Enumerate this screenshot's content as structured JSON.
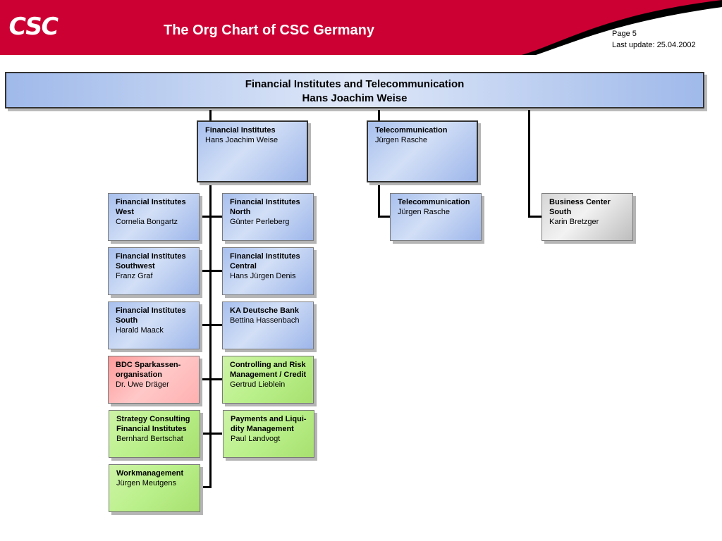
{
  "header": {
    "logo": "CSC",
    "title": "The Org Chart of CSC Germany",
    "page": "Page 5",
    "last_update": "Last update: 25.04.2002"
  },
  "root": {
    "title": "Financial Institutes and Telecommunication",
    "person": "Hans Joachim Weise"
  },
  "divisions": [
    {
      "title": "Financial Institutes",
      "person": "Hans Joachim Weise"
    },
    {
      "title": "Telecommunication",
      "person": "Jürgen Rasche"
    }
  ],
  "units": [
    {
      "title": "Financial Institutes West",
      "person": "Cornelia Bongartz"
    },
    {
      "title": "Financial Institutes North",
      "person": "Günter Perleberg"
    },
    {
      "title": "Financial Institutes Southwest",
      "person": "Franz Graf"
    },
    {
      "title": "Financial Institutes Central",
      "person": "Hans Jürgen Denis"
    },
    {
      "title": "Financial Institutes South",
      "person": "Harald Maack"
    },
    {
      "title": "KA Deutsche Bank",
      "person": "Bettina Hassenbach"
    },
    {
      "title": "BDC Sparkassen-organisation",
      "person": "Dr. Uwe Dräger"
    },
    {
      "title": "Controlling and Risk Management / Credit",
      "person": "Gertrud Lieblein"
    },
    {
      "title": "Strategy Consulting Financial Institutes",
      "person": "Bernhard Bertschat"
    },
    {
      "title": "Payments and Liqui-dity Management",
      "person": "Paul Landvogt"
    },
    {
      "title": "Workmanagement",
      "person": "Jürgen Meutgens"
    },
    {
      "title": "Telecommunication",
      "person": "Jürgen Rasche"
    },
    {
      "title": "Business Center South",
      "person": "Karin Bretzger"
    }
  ],
  "colors": {
    "header_red": "#cc0033",
    "blue": "#a8c0ee",
    "green": "#baf08a",
    "red": "#ffb0b0",
    "gray": "#e0e0e0"
  }
}
